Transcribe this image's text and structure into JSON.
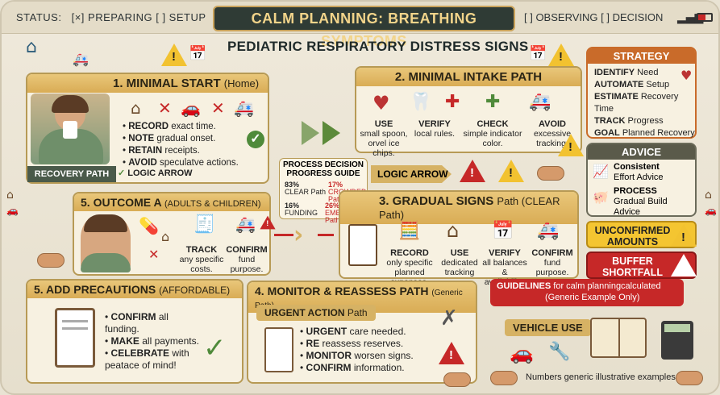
{
  "header": {
    "status_label": "STATUS:",
    "status_opts": "[×] PREPARING  [ ] SETUP",
    "title": "CALM PLANNING: BREATHING SYMPTOMS",
    "right_opts": "[ ] OBSERVING  [ ] DECISION",
    "subtitle": "PEDIATRIC RESPIRATORY DISTRESS SIGNS"
  },
  "step1": {
    "title": "1. MINIMAL START",
    "title_sub": "(Home)",
    "bullets": [
      {
        "b": "RECORD",
        "t": " exact time."
      },
      {
        "b": "NOTE",
        "t": " gradual onset."
      },
      {
        "b": "RETAIN",
        "t": " receipts."
      },
      {
        "b": "AVOID",
        "t": " speculatve actions."
      }
    ],
    "recovery_label": "RECOVERY PATH",
    "logic_label": "LOGIC ARROW"
  },
  "step2": {
    "title": "2. MINIMAL INTAKE PATH",
    "items": [
      {
        "b": "USE",
        "t": "small spoon, orvel ice chips."
      },
      {
        "b": "VERIFY",
        "t": "local rules."
      },
      {
        "b": "CHECK",
        "t": "simple indicator color."
      },
      {
        "b": "AVOID",
        "t": "excessive tracking."
      }
    ]
  },
  "guide": {
    "title": "PROCESS DECISION PROGRESS GUIDE",
    "a": "83%",
    "a_l": "CLEAR Path",
    "b": "17%",
    "b_l": "CROWDED Path",
    "c": "16%",
    "c_l": "FUNDING",
    "d": "26%",
    "d_l": "EMERGENCY Path"
  },
  "logic_arrow2": "LOGIC ARROW",
  "strategy": {
    "title": "STRATEGY",
    "lines": [
      {
        "b": "IDENTIFY",
        "t": " Need"
      },
      {
        "b": "AUTOMATE",
        "t": " Setup"
      },
      {
        "b": "ESTIMATE",
        "t": " Recovery Time"
      },
      {
        "b": "TRACK",
        "t": " Progress"
      },
      {
        "b": "GOAL",
        "t": " Planned Recovery"
      }
    ]
  },
  "advice": {
    "title": "ADVICE",
    "l1b": "Consistent",
    "l1": "Effort Advice",
    "l2b": "PROCESS",
    "l2": "Gradual Build Advice"
  },
  "unconfirmed": "UNCONFIRMED AMOUNTS",
  "buffer": "BUFFER SHORTFALL",
  "step5a": {
    "title": "5. OUTCOME A",
    "title_sub": "(ADULTS & CHILDREN)",
    "track_b": "TRACK",
    "track": "any specific costs.",
    "confirm_b": "CONFIRM",
    "confirm": "fund purpose."
  },
  "step3": {
    "title": "3. GRADUAL SIGNS",
    "title_sub": "Path (CLEAR Path)",
    "items": [
      {
        "b": "RECORD",
        "t": "only specific planned expenses."
      },
      {
        "b": "USE",
        "t": "dedicated tracking"
      },
      {
        "b": "VERIFY",
        "t": "all balances & availability."
      },
      {
        "b": "CONFIRM",
        "t": "fund purpose."
      }
    ]
  },
  "step5b": {
    "title": "5. ADD PRECAUTIONS",
    "title_sub": "(AFFORDABLE)",
    "bullets": [
      {
        "b": "CONFIRM",
        "t": " all funding."
      },
      {
        "b": "MAKE",
        "t": " all payments."
      },
      {
        "b": "CELEBRATE",
        "t": " with peatace of mind!"
      }
    ]
  },
  "step4": {
    "title": "4. MONITOR & REASSESS PATH",
    "title_sub": "(Generic Path)",
    "urgent": "URGENT ACTION",
    "urgent_sub": "Path",
    "bullets": [
      {
        "b": "URGENT",
        "t": " care needed."
      },
      {
        "b": "RE",
        "t": " reassess reserves."
      },
      {
        "b": "MONITOR",
        "t": " worsen signs."
      },
      {
        "b": "CONFIRM",
        "t": " information."
      }
    ]
  },
  "guidelines": {
    "title_b": "GUIDELINES",
    "title": " for calm planningcalculated",
    "sub": "(Generic Example Only)",
    "vehicle": "VEHICLE USE",
    "footer": "Numbers generic illustrative examples"
  },
  "colors": {
    "accent": "#d9ac55",
    "alert_red": "#c62828",
    "alert_yellow": "#f2c230",
    "arrow_green": "#5c8a3a"
  }
}
